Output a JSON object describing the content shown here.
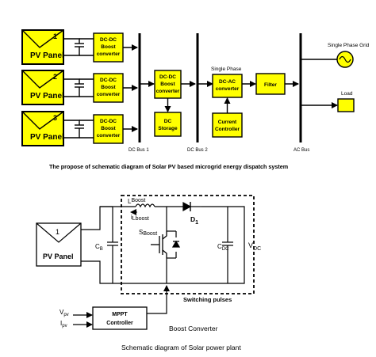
{
  "diagram1": {
    "panels": [
      {
        "number": "1",
        "label": "PV Panel"
      },
      {
        "number": "2",
        "label": "PV Panel"
      },
      {
        "number": "3",
        "label": "PV Panel"
      }
    ],
    "boost_label_1": "DC-DC",
    "boost_label_2": "Boost",
    "boost_label_3": "converter",
    "boost_center": {
      "l1": "DC-DC",
      "l2": "Boost",
      "l3": "converter"
    },
    "dc_storage": {
      "l1": "DC",
      "l2": "Storage"
    },
    "single_phase_label": "Single Phase",
    "inverter": {
      "l1": "DC-AC",
      "l2": "converter"
    },
    "current_controller": {
      "l1": "Current",
      "l2": "Controller"
    },
    "filter": "Filter",
    "grid_label": "Single Phase Grid",
    "load_label": "Load",
    "bus1": "DC Bus 1",
    "bus2": "DC Bus 2",
    "acbus": "AC Bus",
    "caption": "The propose of schematic diagram of Solar PV based microgrid energy dispatch system"
  },
  "diagram2": {
    "panel_number": "1",
    "panel_label": "PV Panel",
    "cb": {
      "main": "C",
      "sub": "B"
    },
    "lboost": {
      "main": "L",
      "sub": "Boost"
    },
    "ilboost": {
      "main": "i",
      "sub": "Lboost"
    },
    "d1": {
      "main": "D",
      "sub": "1"
    },
    "sboost": {
      "main": "S",
      "sub": "Boost"
    },
    "cdc": {
      "main": "C",
      "sub": "DC"
    },
    "vdc": {
      "main": "V",
      "sub": "DC"
    },
    "switching_pulses": "Switching pulses",
    "vpv": {
      "main": "V",
      "sub": "pv"
    },
    "ipv": {
      "main": "I",
      "sub": "pv"
    },
    "mppt": {
      "l1": "MPPT",
      "l2": "Controller"
    },
    "boost_converter": "Boost Converter",
    "caption": "Schematic diagram of Solar power plant"
  },
  "colors": {
    "yellow": "#ffff00",
    "black": "#000000"
  }
}
